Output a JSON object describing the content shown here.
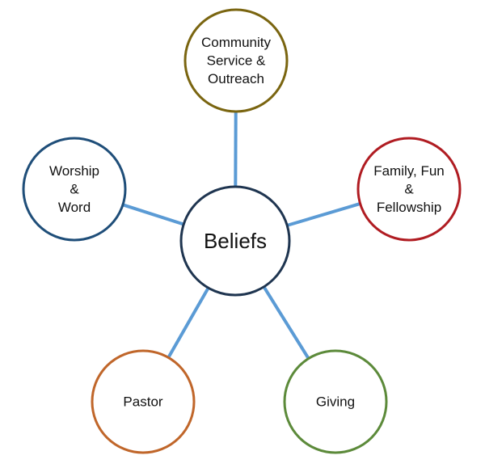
{
  "diagram": {
    "center": {
      "lines": [
        "Beliefs"
      ],
      "border_color": "#1f3550"
    },
    "nodes": [
      {
        "id": "community",
        "lines": [
          "Community",
          "Service &",
          "Outreach"
        ],
        "border_color": "#7a6510"
      },
      {
        "id": "worship",
        "lines": [
          "Worship",
          "&",
          "Word"
        ],
        "border_color": "#1f4e79"
      },
      {
        "id": "family",
        "lines": [
          "Family, Fun",
          "&",
          "Fellowship"
        ],
        "border_color": "#b01c22"
      },
      {
        "id": "pastor",
        "lines": [
          "Pastor"
        ],
        "border_color": "#c0662a"
      },
      {
        "id": "giving",
        "lines": [
          "Giving"
        ],
        "border_color": "#5c8a3a"
      }
    ],
    "connector_color": "#5b9bd5"
  }
}
